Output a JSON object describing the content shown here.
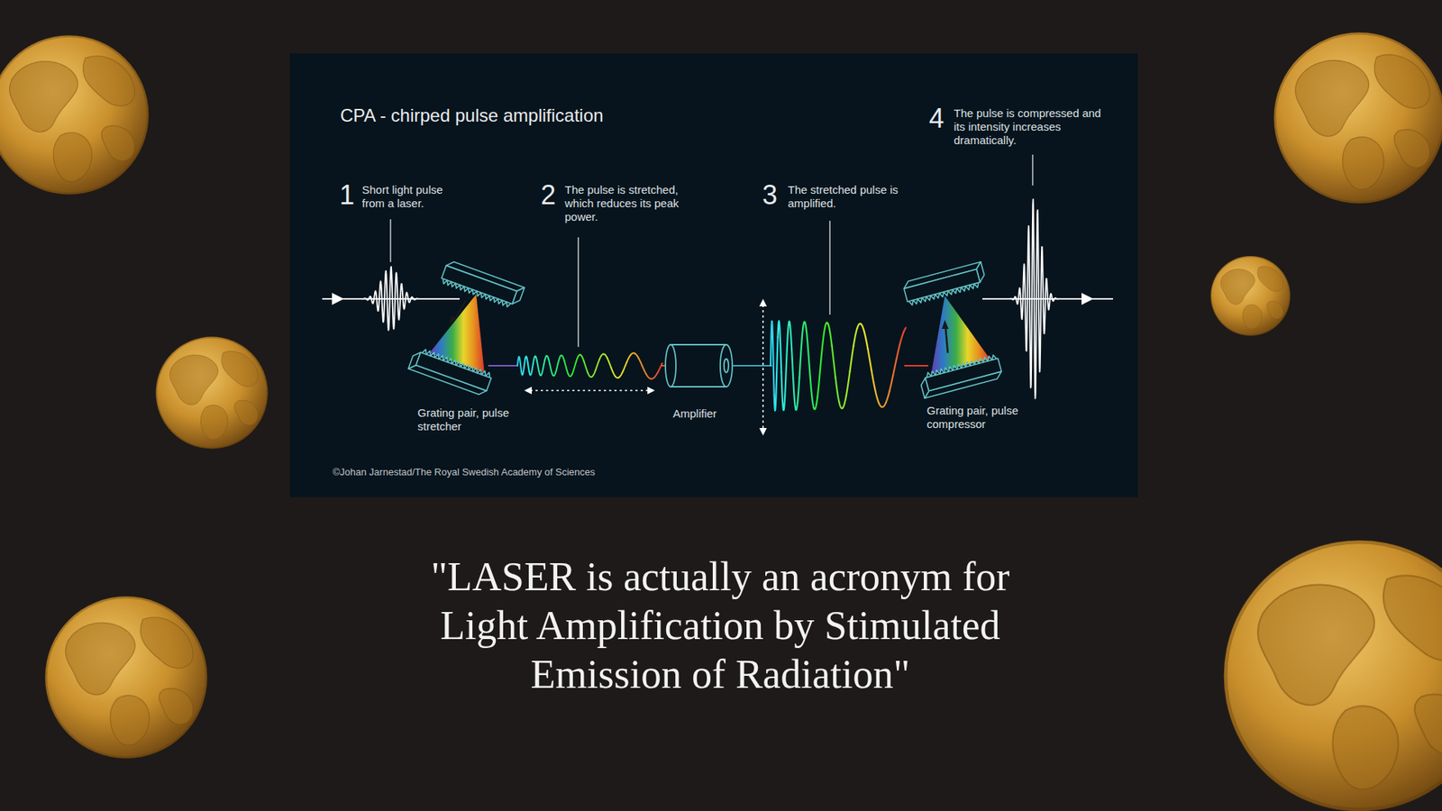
{
  "diagram": {
    "title": "CPA - chirped pulse amplification",
    "caption": "\"LASER is actually an acronym for Light Amplification by Stimulated Emission of Radiation\"",
    "labels": [
      "1",
      "Short light pulse from a laser.",
      "2",
      "The pulse is stretched, which reduces its peak power.",
      "3",
      "The stretched pulse is amplified.",
      "4",
      "The pulse is compressed and its intensity increases dramatically.",
      "Grating pair, pulse stretcher",
      "Amplifier",
      "Grating pair, pulse compressor",
      "©Johan Jarnestad/The Royal Swedish Academy of Sciences"
    ]
  }
}
